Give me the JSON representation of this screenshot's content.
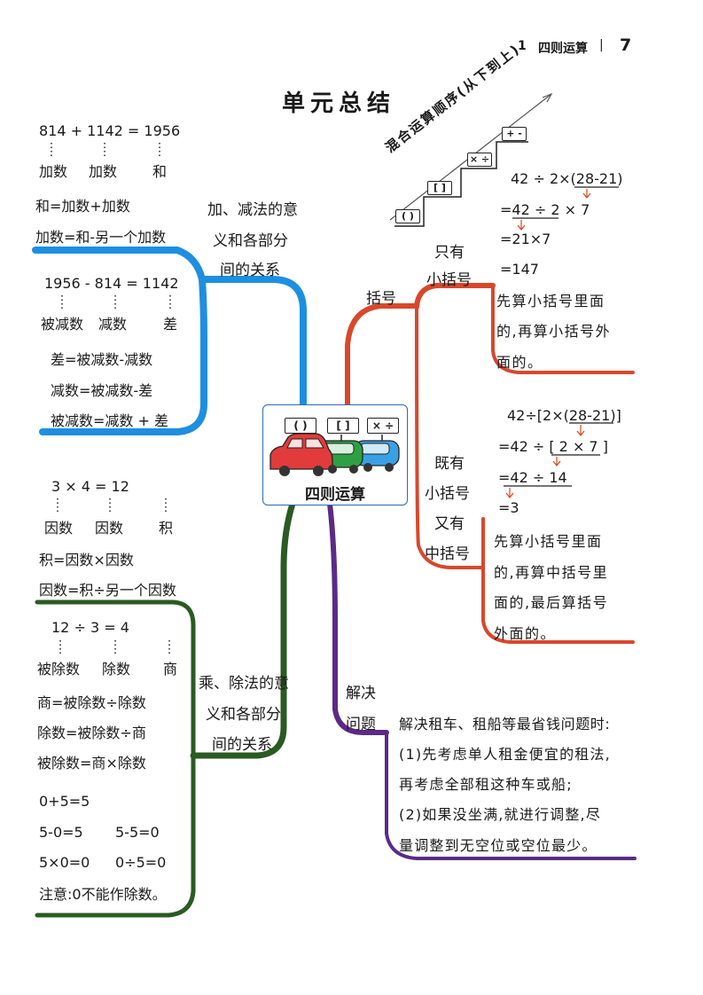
{
  "header": {
    "chapter_num": "1",
    "chapter_title": "四则运算",
    "separator": "|",
    "page_number": "7"
  },
  "title": "单元总结",
  "center": {
    "label": "四则运算",
    "signs": [
      "( )",
      "[ ]",
      "× ÷"
    ]
  },
  "add": {
    "equation": "814 + 1142 = 1956",
    "names": [
      "加数",
      "加数",
      "和"
    ],
    "formulas": [
      "和=加数+加数",
      "加数=和-另一个加数"
    ]
  },
  "sub": {
    "equation": "1956 - 814  = 1142",
    "names": [
      "被减数",
      "减数",
      "差"
    ],
    "formulas": [
      "差=被减数-减数",
      "减数=被减数-差",
      "被减数=减数 + 差"
    ]
  },
  "add_sub_branch": [
    "加、减法的意",
    "义和各部分",
    "间的关系"
  ],
  "mul": {
    "equation": "3   ×   4   =   12",
    "names": [
      "因数",
      "因数",
      "积"
    ],
    "formulas": [
      "积=因数×因数",
      "因数=积÷另一个因数"
    ]
  },
  "div": {
    "equation": "12   ÷   3   =   4",
    "names": [
      "被除数",
      "除数",
      "商"
    ],
    "formulas": [
      "商=被除数÷除数",
      "除数=被除数÷商",
      "被除数=商×除数"
    ]
  },
  "mul_div_branch": [
    "乘、除法的意",
    "义和各部分",
    "间的关系"
  ],
  "zero": {
    "lines": [
      "0+5=5",
      "5-0=5",
      "5-5=0",
      "5×0=0",
      "0÷5=0"
    ],
    "note": "注意:0不能作除数。"
  },
  "order": {
    "stair_title": "混合运算顺序(从下到上)",
    "stair_signs": [
      "( )",
      "[ ]",
      "× ÷",
      "+ -"
    ]
  },
  "brackets": {
    "label": "括号",
    "small_only": {
      "label": [
        "只有",
        "小括号"
      ],
      "steps": [
        "42 ÷ 2×(28-21)",
        "=42 ÷ 2 × 7",
        "=21×7",
        "=147"
      ],
      "note": [
        "先算小括号里面",
        "的,再算小括号外",
        "面的。"
      ]
    },
    "both": {
      "label": [
        "既有",
        "小括号",
        "又有",
        "中括号"
      ],
      "steps": [
        "42÷[2×(28-21)]",
        "=42 ÷ [ 2 × 7 ]",
        "=42  ÷  14",
        "=3"
      ],
      "note": [
        "先算小括号里面",
        "的,再算中括号里",
        "面的,最后算括号",
        "外面的。"
      ]
    }
  },
  "solve": {
    "label": [
      "解决",
      "问题"
    ],
    "lines": [
      "解决租车、租船等最省钱问题时:",
      "(1)先考虑单人租金便宜的租法,",
      "再考虑全部租这种车或船;",
      "(2)如果没坐满,就进行调整,尽",
      "量调整到无空位或空位最少。"
    ]
  },
  "colors": {
    "blue": "#1e8fe0",
    "green": "#2a5b22",
    "red": "#d9472b",
    "purple": "#5b2a86",
    "accent_red": "#e0441c",
    "box_border": "#2b6cb0"
  }
}
